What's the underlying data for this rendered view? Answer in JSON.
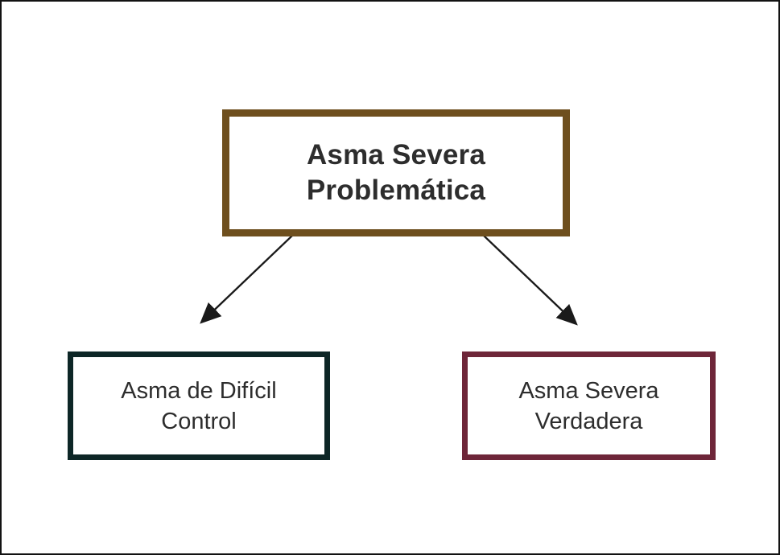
{
  "diagram": {
    "title": "Asma severa classification flowchart",
    "nodes": {
      "root": {
        "lines": [
          "Asma Severa",
          "Problemática"
        ],
        "label": "Asma Severa Problemática",
        "border_color": "#6e4f1e"
      },
      "left": {
        "lines": [
          "Asma de Difícil",
          "Control"
        ],
        "label": "Asma de Difícil Control",
        "border_color": "#0d2626"
      },
      "right": {
        "lines": [
          "Asma Severa",
          "Verdadera"
        ],
        "label": "Asma Severa Verdadera",
        "border_color": "#6e2639"
      }
    },
    "edges": [
      {
        "from": "root",
        "to": "left"
      },
      {
        "from": "root",
        "to": "right"
      }
    ],
    "colors": {
      "background": "#ffffff",
      "canvas_border": "#121212",
      "text": "#2d2d2d",
      "arrow": "#1a1a1a"
    }
  }
}
